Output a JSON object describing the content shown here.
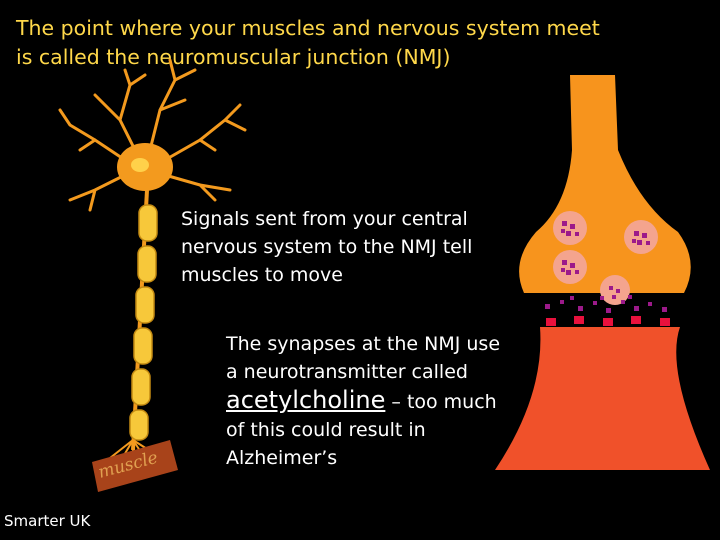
{
  "slide": {
    "title": "The point where your muscles and nervous system meet is called the neuromuscular junction (NMJ)",
    "signals_text": "Signals sent from your central nervous system to the NMJ tell muscles to move",
    "synapse_text": {
      "before": "The synapses at the NMJ use a neurotransmitter called ",
      "highlight": "acetylcholine",
      "after": " – too much of this could result in Alzheimer’s"
    },
    "muscle_label": "muscle",
    "brand": "Smarter UK"
  },
  "colors": {
    "background": "#000000",
    "title": "#ffd84a",
    "neuron": "#f39a1e",
    "myelin": "#f7c83a",
    "terminal": "#f7941d",
    "muscle_cell": "#f0512a",
    "vesicle": "#f4a48e",
    "neurotransmitter": "#9c1a8a",
    "receptor": "#e8113d"
  }
}
